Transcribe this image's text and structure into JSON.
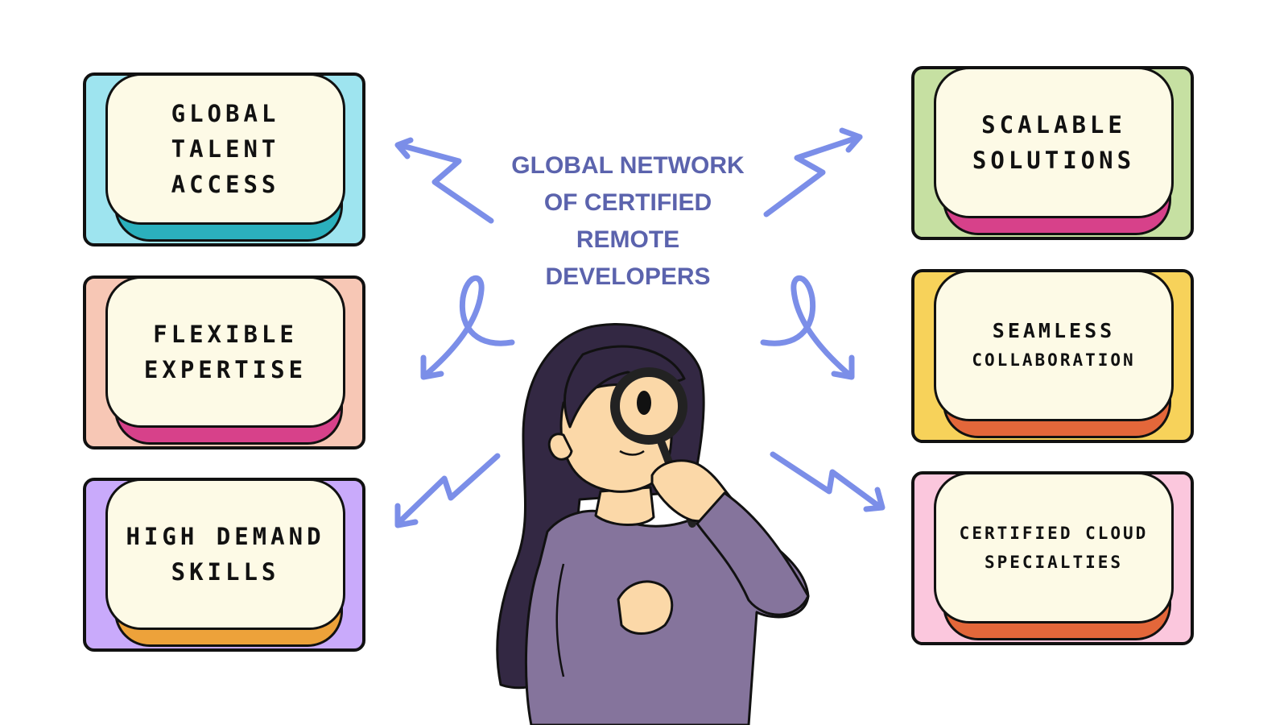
{
  "title": {
    "lines": [
      "GLOBAL NETWORK",
      "OF CERTIFIED",
      "REMOTE",
      "DEVELOPERS"
    ],
    "color": "#5b63ad"
  },
  "arrow_color": "#7b8ee8",
  "cards": [
    {
      "id": "global-talent-access",
      "lines": [
        "GLOBAL",
        "TALENT",
        "ACCESS"
      ],
      "bg": "#9ee4ef",
      "shadow": "#2bb0bd"
    },
    {
      "id": "flexible-expertise",
      "lines": [
        "FLEXIBLE",
        "EXPERTISE"
      ],
      "bg": "#f7c7b5",
      "shadow": "#d7418a"
    },
    {
      "id": "high-demand-skills",
      "lines": [
        "HIGH DEMAND",
        "SKILLS"
      ],
      "bg": "#c9aafb",
      "shadow": "#eda23a"
    },
    {
      "id": "scalable-solutions",
      "lines": [
        "SCALABLE",
        "SOLUTIONS"
      ],
      "bg": "#c6e0a2",
      "shadow": "#d7418a"
    },
    {
      "id": "seamless-collaboration",
      "lines": [
        "SEAMLESS",
        "COLLABORATION"
      ],
      "bg": "#f7d25a",
      "shadow": "#e3673a"
    },
    {
      "id": "certified-cloud-specialties",
      "lines": [
        "CERTIFIED CLOUD",
        "SPECIALTIES"
      ],
      "bg": "#fbc7dd",
      "shadow": "#e3673a"
    }
  ],
  "illustration": {
    "subject": "woman-with-magnifying-glass",
    "hair": "#332843",
    "skin": "#fbd8a8",
    "shirt": "#85749c",
    "lens": "#fbd8a8",
    "frame": "#222222"
  }
}
